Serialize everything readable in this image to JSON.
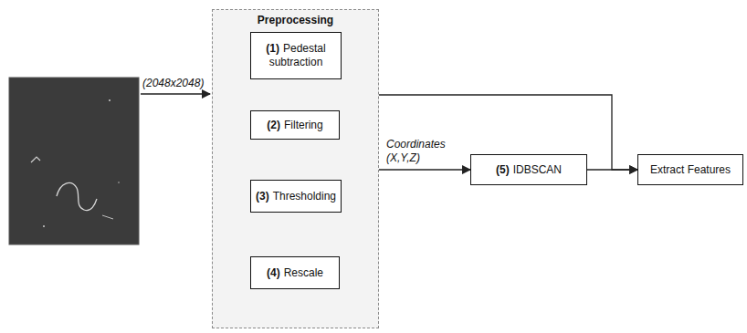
{
  "diagram": {
    "nodes": [
      {
        "text": [
          "Preprocessing"
        ]
      },
      {
        "text": [
          "(1)",
          "Pedestal subtraction"
        ],
        "in": 0
      },
      {
        "text": [
          "(2)",
          "Filtering"
        ],
        "in": 0
      },
      {
        "text": [
          "(3)",
          "Thresholding"
        ],
        "in": 0
      },
      {
        "text": [
          "(4)",
          "Rescale"
        ],
        "in": 0
      },
      {
        "text": [
          "(5)",
          "IDBSCAN"
        ]
      },
      {
        "text": [
          "Extract Features"
        ]
      }
    ],
    "edges": [
      {
        "from": 1,
        "to": 2,
        "arrow": "to"
      },
      {
        "from": 2,
        "to": 3,
        "arrow": "to"
      },
      {
        "from": 3,
        "to": 4,
        "arrow": "to"
      },
      {
        "from": 0,
        "to": 5,
        "label": "Coordinates (X,Y,Z)",
        "arrow": "to"
      },
      {
        "from": 5,
        "to": 6,
        "arrow": "to"
      },
      {
        "from": 1,
        "to": 6,
        "arrow": "to"
      }
    ],
    "labels": [
      "(2048x2048)"
    ]
  }
}
